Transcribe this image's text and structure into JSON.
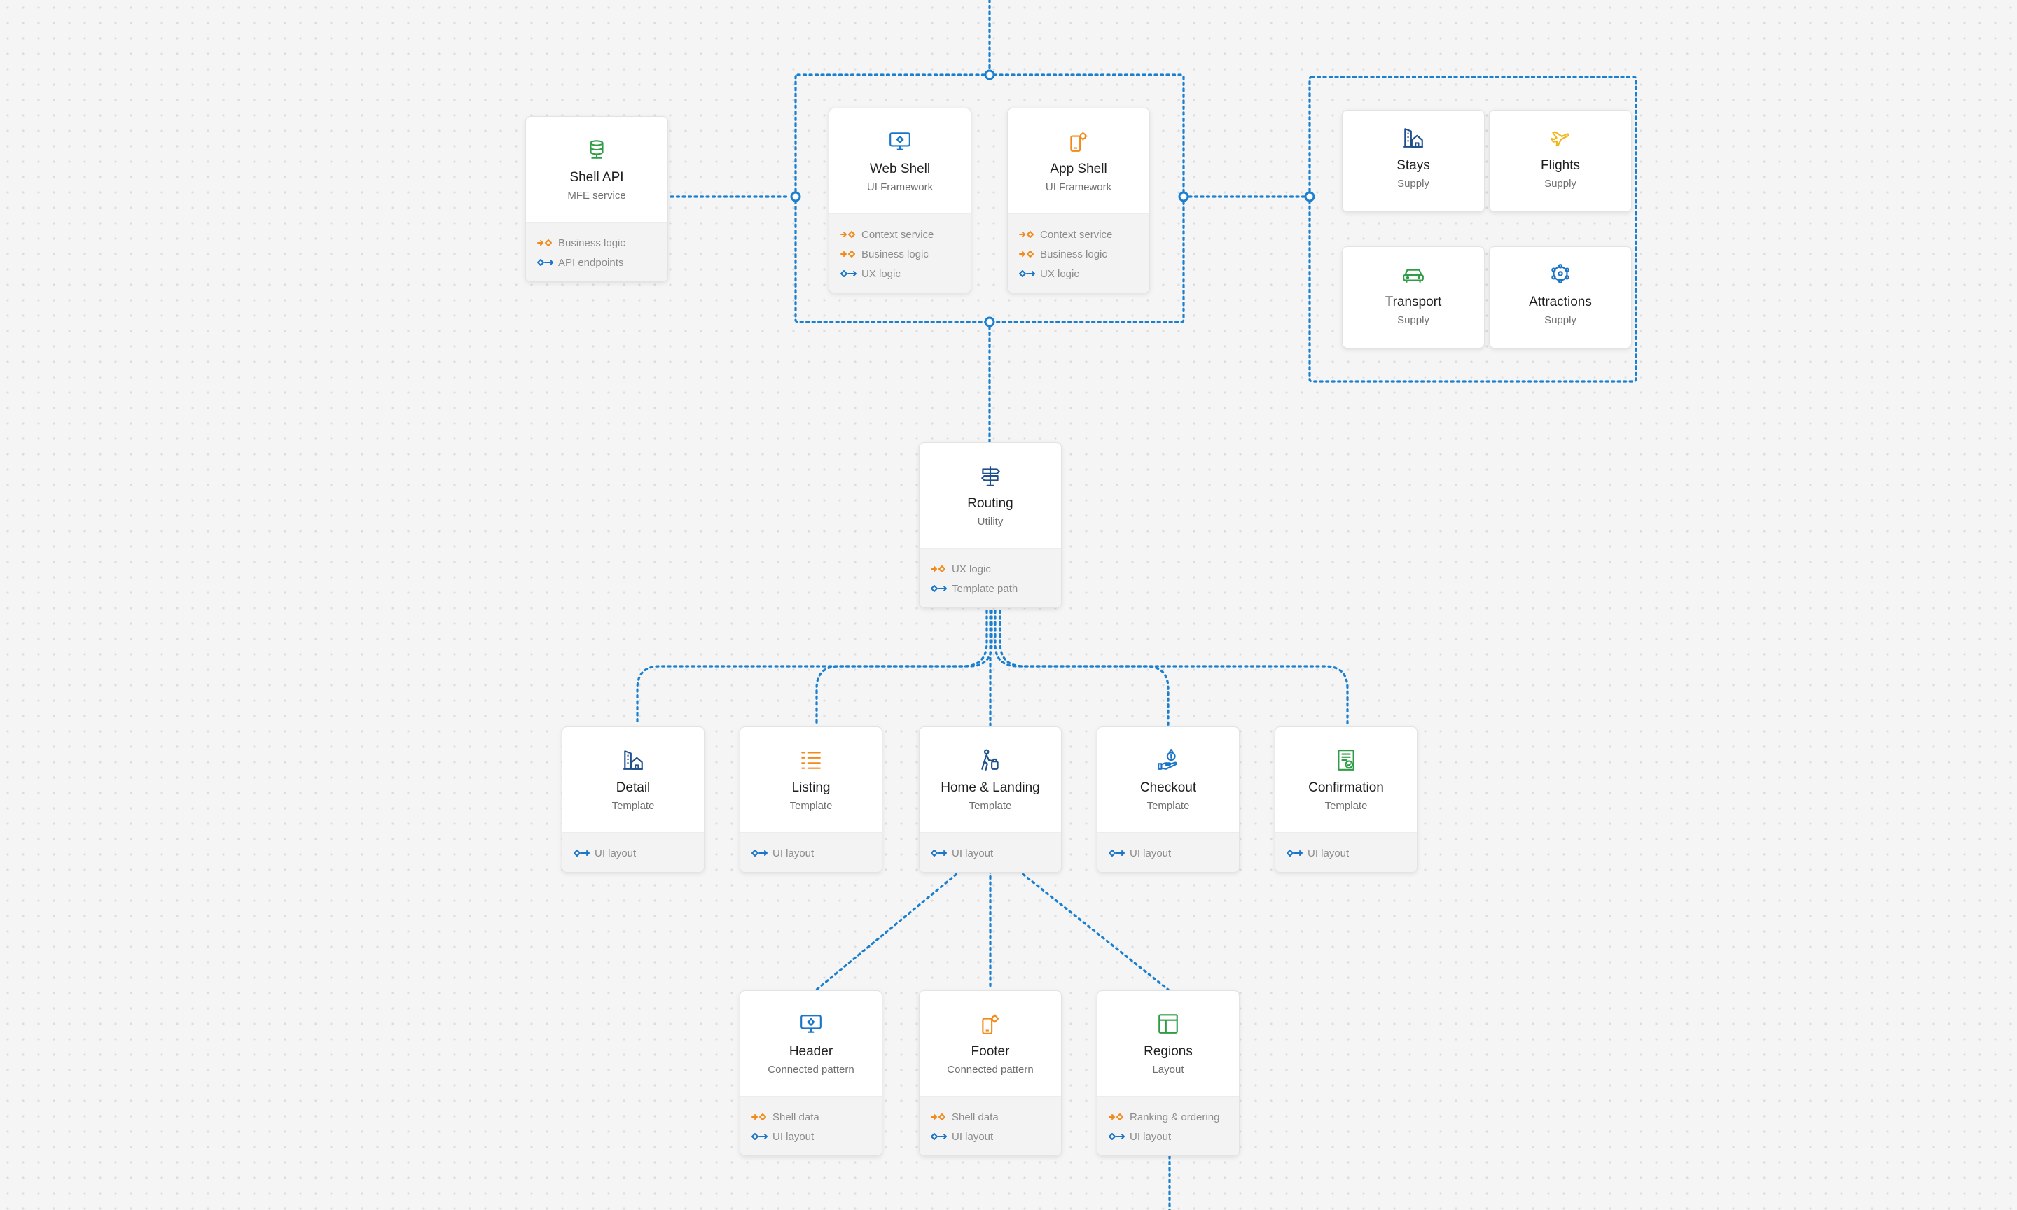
{
  "nodes": {
    "shell_api": {
      "title": "Shell API",
      "subtitle": "MFE service",
      "icon": "database-icon",
      "rows": [
        {
          "text": "Business logic",
          "kind": "orange"
        },
        {
          "text": "API endpoints",
          "kind": "blue"
        }
      ]
    },
    "web_shell": {
      "title": "Web Shell",
      "subtitle": "UI Framework",
      "icon": "monitor-gear-icon",
      "rows": [
        {
          "text": "Context service",
          "kind": "orange"
        },
        {
          "text": "Business logic",
          "kind": "orange"
        },
        {
          "text": "UX logic",
          "kind": "blue"
        }
      ]
    },
    "app_shell": {
      "title": "App Shell",
      "subtitle": "UI Framework",
      "icon": "phone-gear-icon",
      "rows": [
        {
          "text": "Context service",
          "kind": "orange"
        },
        {
          "text": "Business logic",
          "kind": "orange"
        },
        {
          "text": "UX logic",
          "kind": "blue"
        }
      ]
    },
    "stays": {
      "title": "Stays",
      "subtitle": "Supply",
      "icon": "building-house-icon"
    },
    "flights": {
      "title": "Flights",
      "subtitle": "Supply",
      "icon": "airplane-icon"
    },
    "transport": {
      "title": "Transport",
      "subtitle": "Supply",
      "icon": "car-icon"
    },
    "attractions": {
      "title": "Attractions",
      "subtitle": "Supply",
      "icon": "ferris-wheel-icon"
    },
    "routing": {
      "title": "Routing",
      "subtitle": "Utility",
      "icon": "signpost-icon",
      "rows": [
        {
          "text": "UX logic",
          "kind": "orange"
        },
        {
          "text": "Template path",
          "kind": "blue"
        }
      ]
    },
    "detail": {
      "title": "Detail",
      "subtitle": "Template",
      "icon": "building-house-icon",
      "rows": [
        {
          "text": "UI layout",
          "kind": "blue"
        }
      ]
    },
    "listing": {
      "title": "Listing",
      "subtitle": "Template",
      "icon": "list-icon",
      "rows": [
        {
          "text": "UI layout",
          "kind": "blue"
        }
      ]
    },
    "home_landing": {
      "title": "Home & Landing",
      "subtitle": "Template",
      "icon": "person-luggage-icon",
      "rows": [
        {
          "text": "UI layout",
          "kind": "blue"
        }
      ]
    },
    "checkout": {
      "title": "Checkout",
      "subtitle": "Template",
      "icon": "hand-money-icon",
      "rows": [
        {
          "text": "UI layout",
          "kind": "blue"
        }
      ]
    },
    "confirmation": {
      "title": "Confirmation",
      "subtitle": "Template",
      "icon": "document-check-icon",
      "rows": [
        {
          "text": "UI layout",
          "kind": "blue"
        }
      ]
    },
    "header": {
      "title": "Header",
      "subtitle": "Connected pattern",
      "icon": "monitor-gear-icon",
      "rows": [
        {
          "text": "Shell data",
          "kind": "orange"
        },
        {
          "text": "UI layout",
          "kind": "blue"
        }
      ]
    },
    "footer": {
      "title": "Footer",
      "subtitle": "Connected pattern",
      "icon": "phone-gear-icon",
      "rows": [
        {
          "text": "Shell data",
          "kind": "orange"
        },
        {
          "text": "UI layout",
          "kind": "blue"
        }
      ]
    },
    "regions": {
      "title": "Regions",
      "subtitle": "Layout",
      "icon": "layout-icon",
      "rows": [
        {
          "text": "Ranking & ordering",
          "kind": "orange"
        },
        {
          "text": "UI layout",
          "kind": "blue"
        }
      ]
    }
  },
  "colors": {
    "connector": "#1a7fcf",
    "orange": "#f28a1a",
    "blue": "#1a74c7",
    "green": "#2e9d45",
    "navy": "#1f4f8c",
    "yellow": "#f2b51a"
  }
}
